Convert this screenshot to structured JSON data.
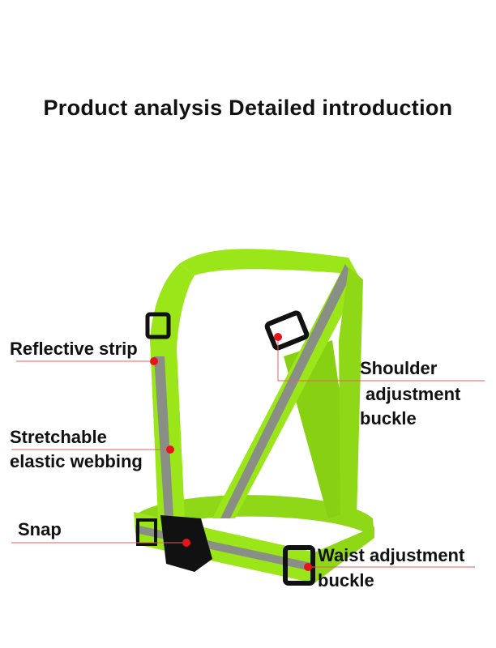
{
  "title": "Product analysis Detailed introduction",
  "labels": {
    "reflective_strip": "Reflective strip",
    "stretchable_line1": "Stretchable",
    "stretchable_line2": "elastic webbing",
    "snap": "Snap",
    "shoulder_line1": "Shoulder",
    "shoulder_line2": "adjustment",
    "shoulder_line3": "buckle",
    "waist_line1": "Waist adjustment",
    "waist_line2": "buckle"
  },
  "colors": {
    "strap": "#9be619",
    "strap_dark": "#7fc80f",
    "reflective": "#8a8f86",
    "buckle": "#111111",
    "marker": "#e8141a",
    "leader": "#e06060"
  }
}
